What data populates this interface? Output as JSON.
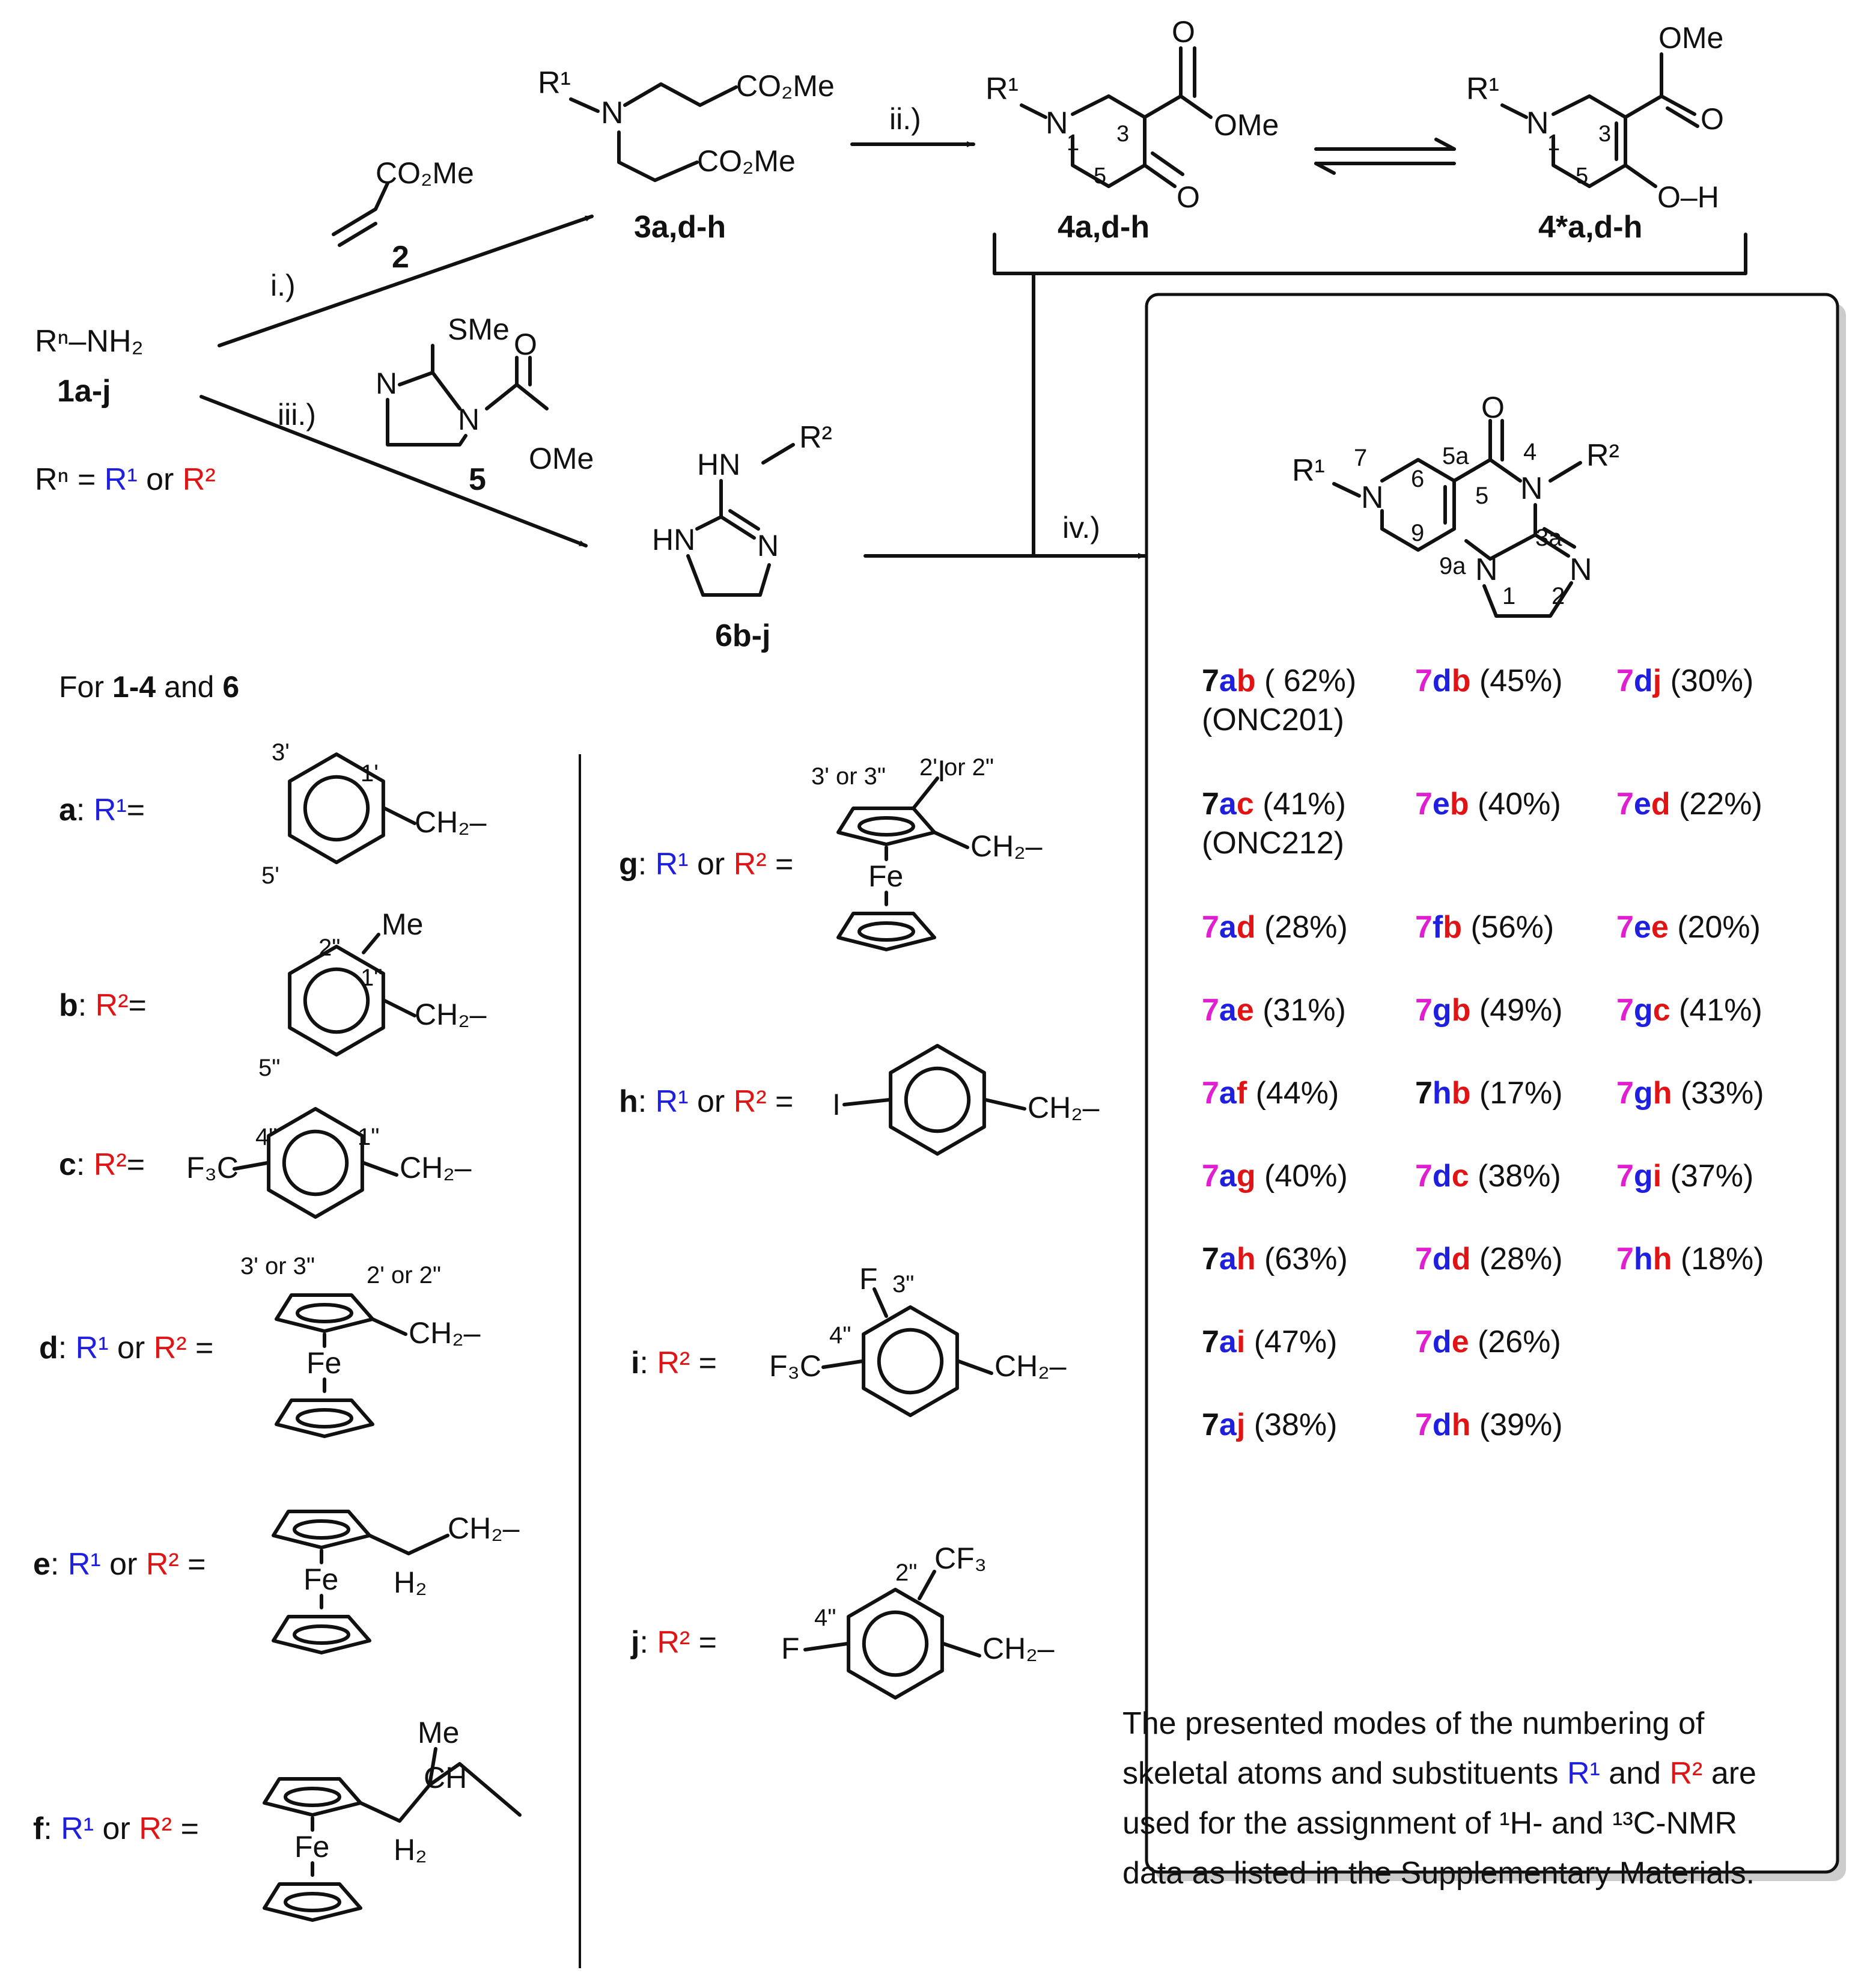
{
  "colors": {
    "r1": "#1f1fe0",
    "r2": "#e01414",
    "magenta": "#e01fd0",
    "black": "#111111"
  },
  "labels": {
    "amine": "Rⁿ–NH₂",
    "amine_id": "1a-j",
    "rn_prefix": "Rⁿ = ",
    "rn_r1": "R¹",
    "rn_or": " or ",
    "rn_r2": "R²",
    "acrylate": "CO₂Me",
    "acrylate_id": "2",
    "diester_top": "CO₂Me",
    "diester_bottom": "CO₂Me",
    "diester_id": "3a,d-h",
    "keto_ester": "OMe",
    "keto_id": "4a,d-h",
    "enol_ester": "OMe",
    "enol_oh": "O–H",
    "enol_id": "4*a,d-h",
    "imid_reagent_sme": "SMe",
    "imid_reagent_ome": "OMe",
    "imid_reagent_id": "5",
    "guanidine_id": "6b-j",
    "step_i": "i.)",
    "step_ii": "ii.)",
    "step_iii": "iii.)",
    "step_iv": "iv.)",
    "for_prefix": "For ",
    "for_bold1": "1-4",
    "for_and": " and ",
    "for_bold2": "6",
    "fe": "Fe",
    "ch2": "CH₂–",
    "note": [
      "The presented modes of the numbering of",
      "skeletal atoms and substituents R¹ and R² are",
      "used for the assignment of ¹H- and ¹³C-NMR",
      "data as listed in the Supplementary Materials."
    ]
  },
  "products": [
    [
      {
        "c1": "a",
        "c2": "b",
        "yield": " ( 62%)",
        "pre": "black",
        "extra": "(ONC201)"
      },
      {
        "c1": "d",
        "c2": "b",
        "yield": " (45%)",
        "pre": "magenta"
      },
      {
        "c1": "d",
        "c2": "j",
        "yield": " (30%)",
        "pre": "magenta"
      }
    ],
    [
      {
        "c1": "a",
        "c2": "c",
        "yield": " (41%)",
        "pre": "black",
        "extra": "(ONC212)"
      },
      {
        "c1": "e",
        "c2": "b",
        "yield": " (40%)",
        "pre": "magenta"
      },
      {
        "c1": "e",
        "c2": "d",
        "yield": " (22%)",
        "pre": "magenta"
      }
    ],
    [
      {
        "c1": "a",
        "c2": "d",
        "yield": " (28%)",
        "pre": "magenta"
      },
      {
        "c1": "f",
        "c2": "b",
        "yield": " (56%)",
        "pre": "magenta"
      },
      {
        "c1": "e",
        "c2": "e",
        "yield": " (20%)",
        "pre": "magenta"
      }
    ],
    [
      {
        "c1": "a",
        "c2": "e",
        "yield": " (31%)",
        "pre": "magenta"
      },
      {
        "c1": "g",
        "c2": "b",
        "yield": " (49%)",
        "pre": "magenta"
      },
      {
        "c1": "g",
        "c2": "c",
        "yield": " (41%)",
        "pre": "magenta"
      }
    ],
    [
      {
        "c1": "a",
        "c2": "f",
        "yield": " (44%)",
        "pre": "magenta"
      },
      {
        "c1": "h",
        "c2": "b",
        "yield": " (17%)",
        "pre": "black"
      },
      {
        "c1": "g",
        "c2": "h",
        "yield": " (33%)",
        "pre": "magenta"
      }
    ],
    [
      {
        "c1": "a",
        "c2": "g",
        "yield": " (40%)",
        "pre": "magenta"
      },
      {
        "c1": "d",
        "c2": "c",
        "yield": " (38%)",
        "pre": "magenta"
      },
      {
        "c1": "g",
        "c2": "i",
        "yield": " (37%)",
        "pre": "magenta"
      }
    ],
    [
      {
        "c1": "a",
        "c2": "h",
        "yield": " (63%)",
        "pre": "black"
      },
      {
        "c1": "d",
        "c2": "d",
        "yield": " (28%)",
        "pre": "magenta"
      },
      {
        "c1": "h",
        "c2": "h",
        "yield": " (18%)",
        "pre": "magenta"
      }
    ],
    [
      {
        "c1": "a",
        "c2": "i",
        "yield": " (47%)",
        "pre": "black"
      },
      {
        "c1": "d",
        "c2": "e",
        "yield": " (26%)",
        "pre": "magenta"
      }
    ],
    [
      {
        "c1": "a",
        "c2": "j",
        "yield": " (38%)",
        "pre": "black"
      },
      {
        "c1": "d",
        "c2": "h",
        "yield": " (39%)",
        "pre": "magenta"
      }
    ]
  ],
  "substituents": [
    {
      "key": "a",
      "pre": "a: ",
      "r": "R¹=",
      "nums": [
        "3'",
        "1'",
        "5'"
      ]
    },
    {
      "key": "b",
      "pre": "b: ",
      "r": "R²=",
      "nums": [
        "2\"",
        "1\"",
        "5\""
      ],
      "extra": "Me"
    },
    {
      "key": "c",
      "pre": "c: ",
      "r": "R²=",
      "nums": [
        "4\"",
        "1\""
      ],
      "extra": "F₃C"
    },
    {
      "key": "d",
      "pre": "d: ",
      "r": "R¹ or R² =",
      "nums": [
        "3' or 3\"",
        "2' or 2\""
      ]
    },
    {
      "key": "e",
      "pre": "e: ",
      "r": "R¹ or R² =",
      "extra": "CH₂–",
      "extra2": "H₂"
    },
    {
      "key": "f",
      "pre": "f: ",
      "r": "R¹ or R² =",
      "extra": "Me",
      "extra2": "CH",
      "extra3": "H₂"
    },
    {
      "key": "g",
      "pre": "g: ",
      "r": "R¹ or R² =",
      "nums": [
        "3' or 3\"",
        "2' or 2\""
      ],
      "extra": "I"
    },
    {
      "key": "h",
      "pre": "h: ",
      "r": "R¹ or R² =",
      "extra": "I"
    },
    {
      "key": "i",
      "pre": "i: ",
      "r": "R² =",
      "nums": [
        "3\"",
        "4\""
      ],
      "extra": "F",
      "extra2": "F₃C"
    },
    {
      "key": "j",
      "pre": "j: ",
      "r": "R² =",
      "nums": [
        "2\"",
        "4\""
      ],
      "extra": "CF₃",
      "extra2": "F"
    }
  ]
}
